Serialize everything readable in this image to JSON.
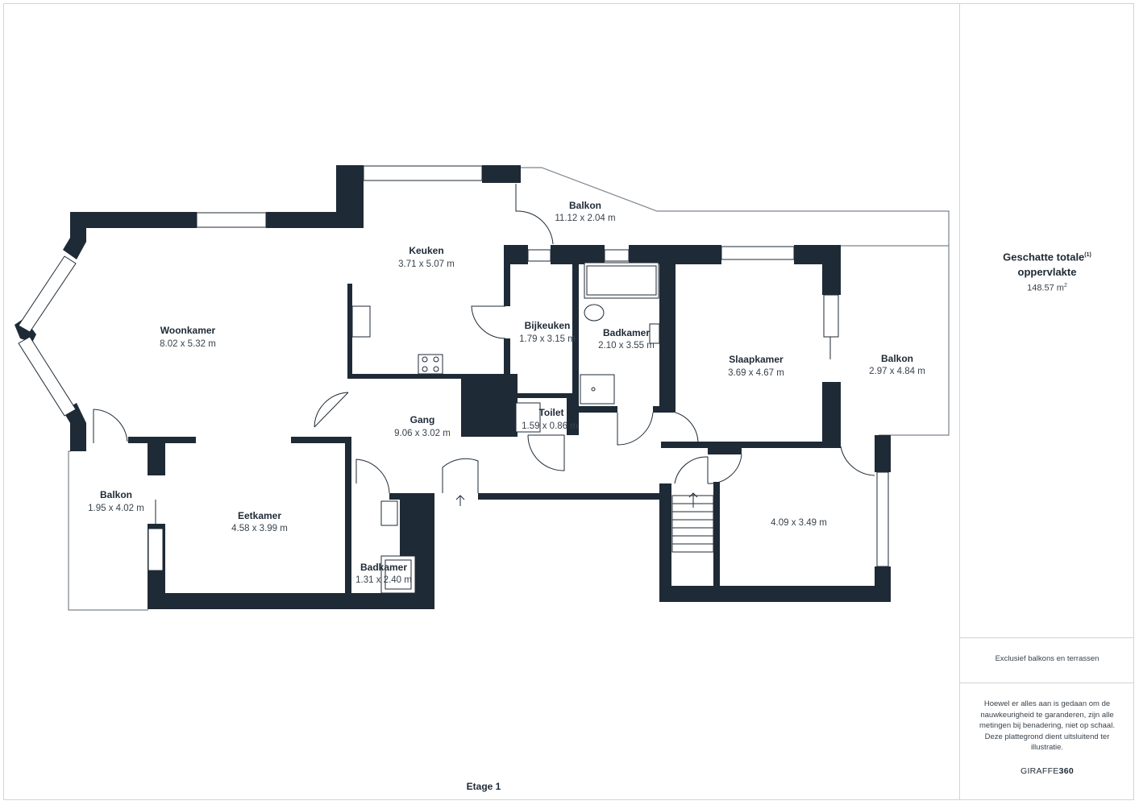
{
  "floor_label": "Etage 1",
  "sidebar": {
    "title_line1": "Geschatte totale",
    "title_sup": "(1)",
    "title_line2": "oppervlakte",
    "area_value": "148.57 m",
    "area_sup": "2",
    "exclusion_note": "Exclusief balkons en terrassen",
    "disclaimer": "Hoewel er alles aan is gedaan om de nauwkeurigheid te garanderen, zijn alle metingen bij benadering, niet op schaal. Deze plattegrond dient uitsluitend ter illustratie.",
    "brand_prefix": "GIRAFFE",
    "brand_suffix": "360"
  },
  "rooms": {
    "balkon_top": {
      "name": "Balkon",
      "dims": "11.12 x 2.04 m"
    },
    "keuken": {
      "name": "Keuken",
      "dims": "3.71 x 5.07 m"
    },
    "woonkamer": {
      "name": "Woonkamer",
      "dims": "8.02 x 5.32 m"
    },
    "bijkeuken": {
      "name": "Bijkeuken",
      "dims": "1.79 x 3.15 m"
    },
    "badkamer_1": {
      "name": "Badkamer",
      "dims": "2.10 x 3.55 m"
    },
    "slaapkamer": {
      "name": "Slaapkamer",
      "dims": "3.69 x 4.67 m"
    },
    "balkon_right": {
      "name": "Balkon",
      "dims": "2.97 x 4.84 m"
    },
    "gang": {
      "name": "Gang",
      "dims": "9.06 x 3.02 m"
    },
    "toilet": {
      "name": "Toilet",
      "dims": "1.59 x 0.86 m"
    },
    "balkon_left": {
      "name": "Balkon",
      "dims": "1.95 x 4.02 m"
    },
    "eetkamer": {
      "name": "Eetkamer",
      "dims": "4.58 x 3.99 m"
    },
    "badkamer_2": {
      "name": "Badkamer",
      "dims": "1.31 x 2.40 m"
    },
    "room_unnamed": {
      "dims": "4.09 x 3.49 m"
    }
  }
}
